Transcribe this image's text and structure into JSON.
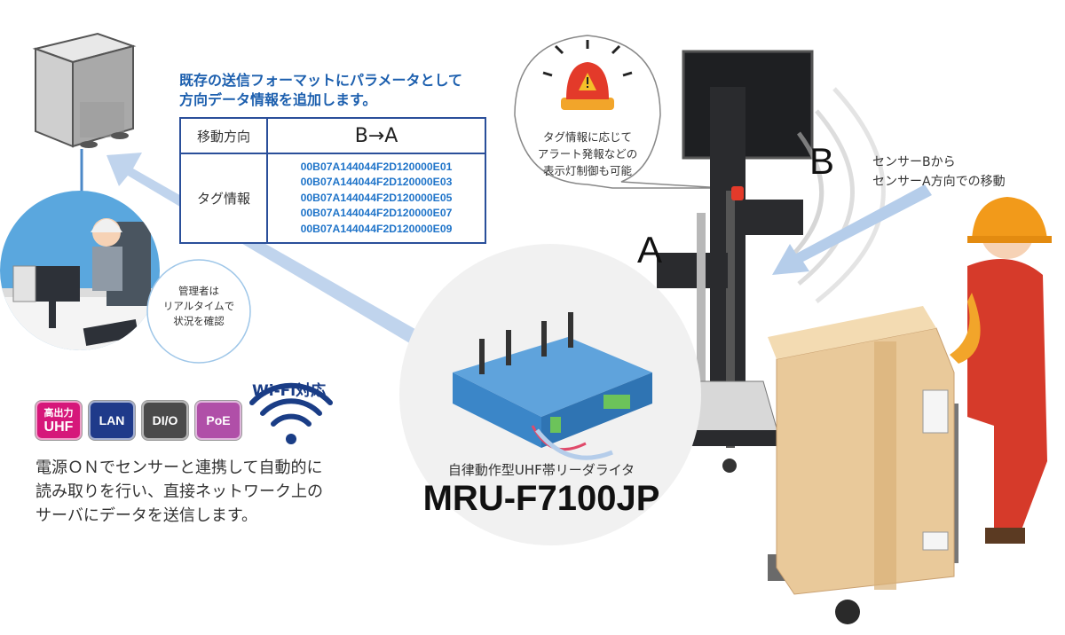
{
  "headline": {
    "line1": "既存の送信フォーマットにパラメータとして",
    "line2": "方向データ情報を追加します。"
  },
  "table": {
    "direction_label": "移動方向",
    "direction_value": "B→A",
    "tag_label": "タグ情報",
    "tag_ids": [
      "00B07A144044F2D120000E01",
      "00B07A144044F2D120000E03",
      "00B07A144044F2D120000E05",
      "00B07A144044F2D120000E07",
      "00B07A144044F2D120000E09"
    ]
  },
  "admin_bubble": {
    "line1": "管理者は",
    "line2": "リアルタイムで",
    "line3": "状況を確認"
  },
  "alarm_bubble": {
    "line1": "タグ情報に応じて",
    "line2": "アラート発報などの",
    "line3": "表示灯制御も可能"
  },
  "gate_labels": {
    "a": "A",
    "b": "B"
  },
  "sensor_note": {
    "line1": "センサーBから",
    "line2": "センサーA方向での移動"
  },
  "badges": [
    {
      "line1": "高出力",
      "line2": "UHF",
      "color": "#d6177a"
    },
    {
      "line1": "LAN",
      "color": "#1f3a8a"
    },
    {
      "line1": "DI/O",
      "color": "#4a4a4a"
    },
    {
      "line1": "PoE",
      "color": "#b04fa8"
    }
  ],
  "wifi": {
    "title": "Wi-Fi対応",
    "icon": "wifi-icon",
    "color": "#1a3d86"
  },
  "description": {
    "line1": "電源ＯＮでセンサーと連携して自動的に",
    "line2": "読み取りを行い、直接ネットワーク上の",
    "line3": "サーバにデータを送信します。"
  },
  "product": {
    "subtitle": "自律動作型UHF帯リーダライタ",
    "name": "MRU-F7100JP"
  },
  "colors": {
    "accent_blue": "#1c5fae",
    "tag_blue": "#1f74c9",
    "table_border": "#2a4f9a",
    "arrow_blue": "#b5cdea",
    "device_blue": "#3b86c8",
    "worker_red": "#d63a2a",
    "helmet_orange": "#f29a1a",
    "box_tan": "#e9c99a"
  }
}
